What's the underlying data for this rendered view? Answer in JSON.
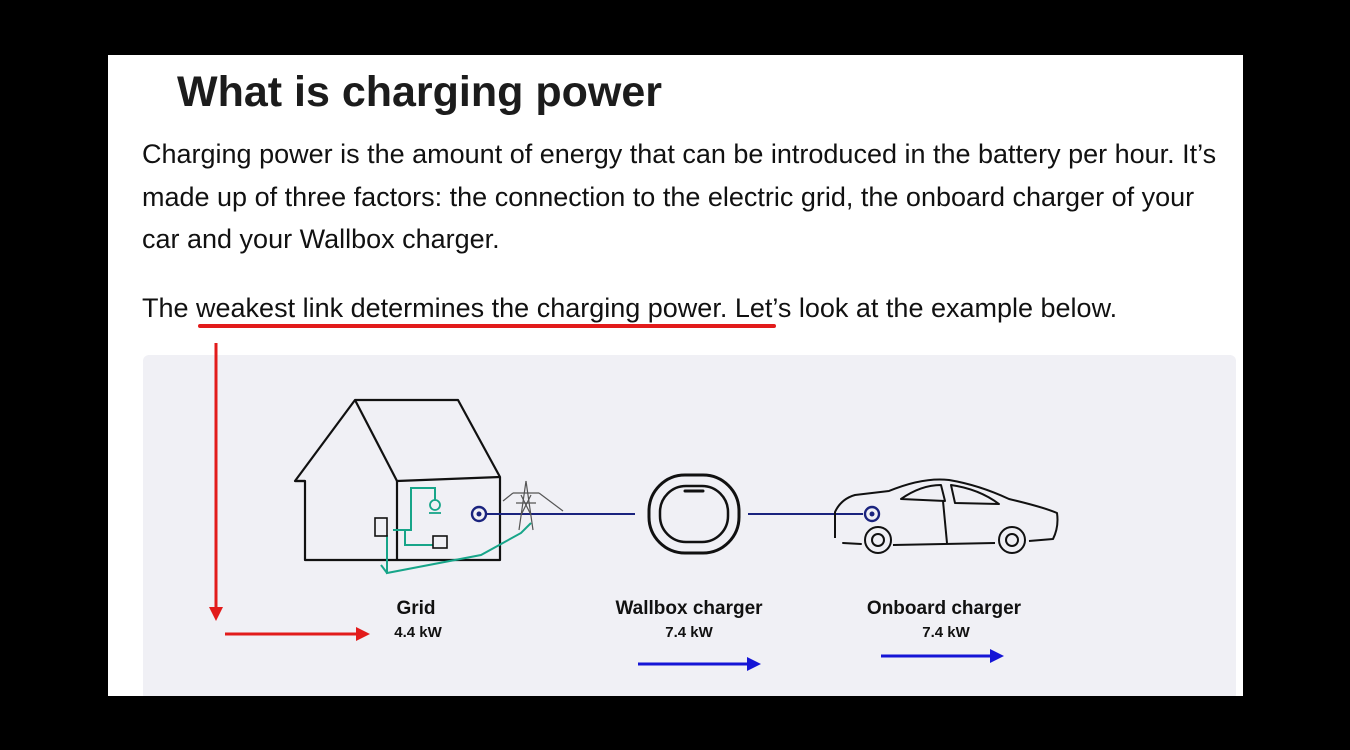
{
  "article": {
    "title": "What is charging power",
    "paragraph1": "Charging power is the amount of energy that can be introduced in the battery per hour. It’s made up of three factors: the connection to the electric grid, the onboard charger of your car and your Wallbox charger.",
    "paragraph2": {
      "before": "The ",
      "highlight": "weakest link determines the charging power.",
      "after": " Let’s look at the example below."
    }
  },
  "diagram": {
    "grid": {
      "label": "Grid",
      "power": "4.4 kW"
    },
    "wallbox": {
      "label": "Wallbox charger",
      "power": "7.4 kW"
    },
    "onboard": {
      "label": "Onboard charger",
      "power": "7.4 kW"
    }
  },
  "colors": {
    "highlight_annotation": "#e21b1b",
    "blue_arrow": "#1515d6",
    "wire": "#1a237e",
    "house_circuit": "#17a589",
    "figure_background": "#f0f0f5"
  }
}
